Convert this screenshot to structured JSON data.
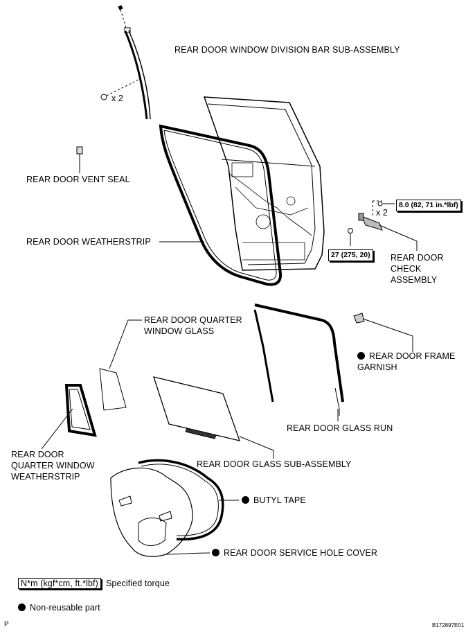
{
  "labels": {
    "division_bar": "REAR DOOR WINDOW DIVISION BAR SUB-ASSEMBLY",
    "qty_bolt_top": "x 2",
    "vent_seal": "REAR DOOR VENT SEAL",
    "weatherstrip": "REAR DOOR WEATHERSTRIP",
    "qty_check_bolt": "x 2",
    "check_assembly": "REAR DOOR\nCHECK\nASSEMBLY",
    "quarter_glass": "REAR DOOR QUARTER\nWINDOW GLASS",
    "frame_garnish": "REAR DOOR FRAME\nGARNISH",
    "glass_run": "REAR DOOR GLASS RUN",
    "quarter_weatherstrip": "REAR DOOR\nQUARTER WINDOW\nWEATHERSTRIP",
    "glass_subassembly": "REAR DOOR GLASS SUB-ASSEMBLY",
    "butyl_tape": "BUTYL TAPE",
    "service_hole_cover": "REAR DOOR SERVICE HOLE COVER"
  },
  "torque": {
    "check_bolt_upper": "8.0 (82, 71 in.*lbf)",
    "check_bolt_lower": "27 (275, 20)"
  },
  "legend": {
    "torque_unit": "N*m (kgf*cm, ft.*lbf)",
    "torque_desc": ": Specified torque",
    "nonreusable": "Non-reusable part"
  },
  "footer": {
    "corner_mark": "P",
    "figure_code": "B172897E01"
  }
}
